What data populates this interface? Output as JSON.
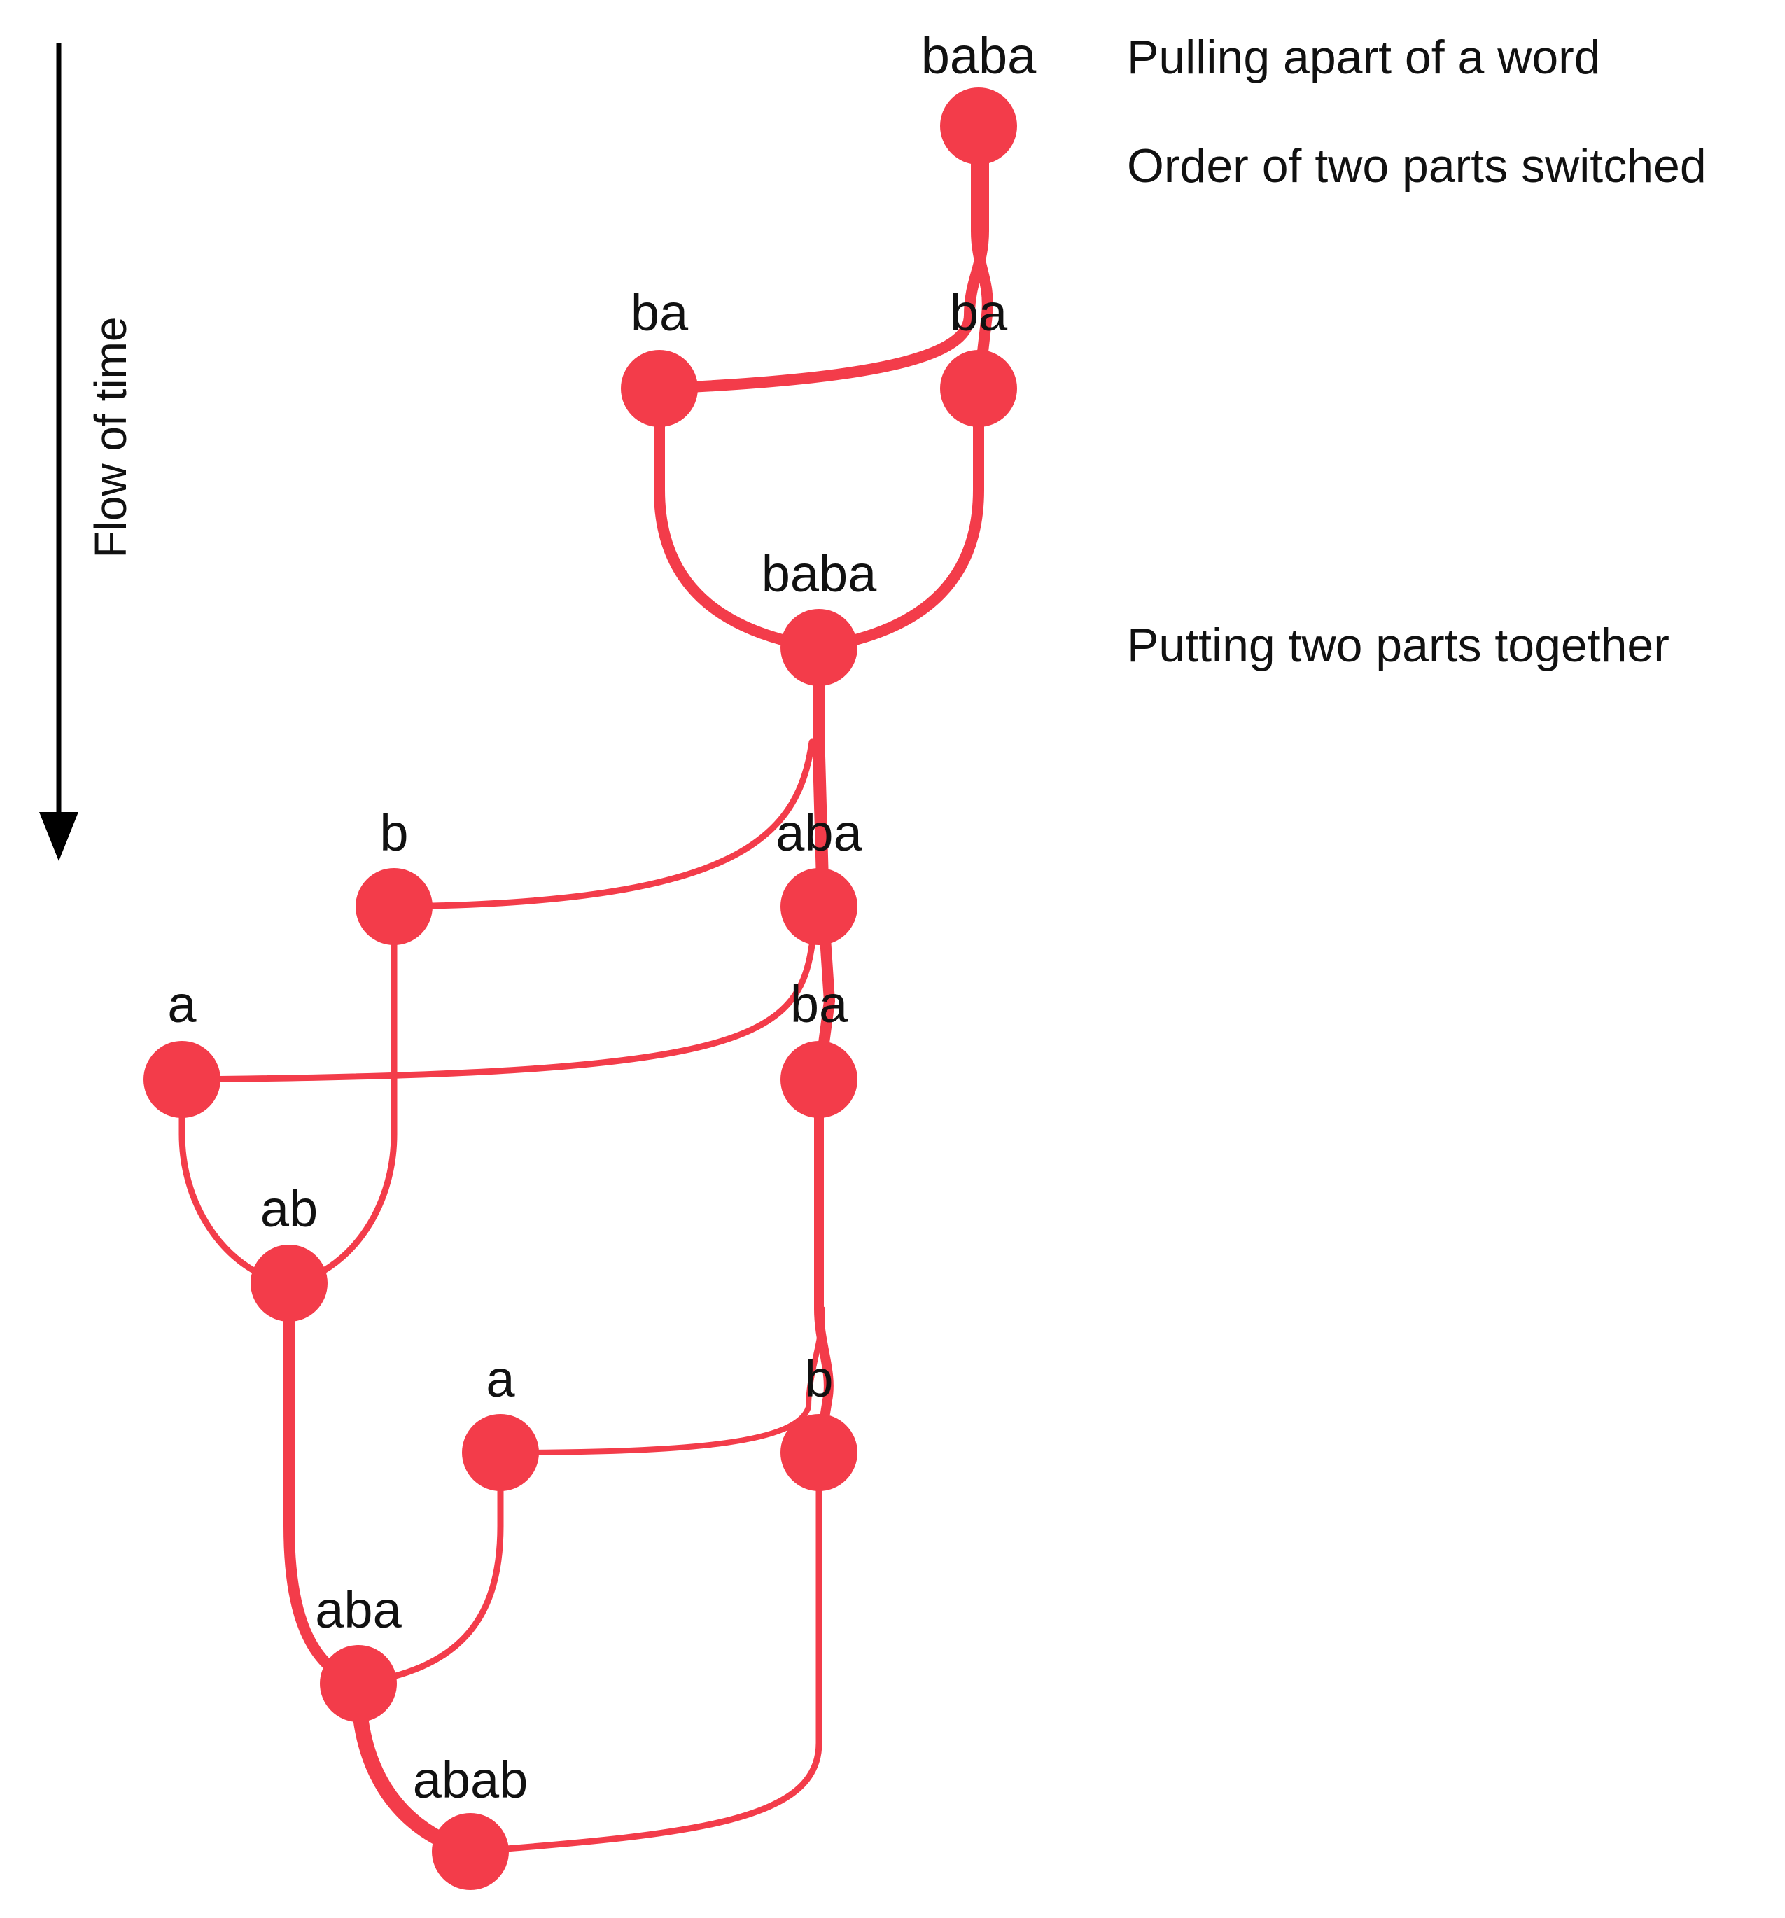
{
  "colors": {
    "strand": "#f33c4a",
    "text": "#111111",
    "arrow": "#000000"
  },
  "time_axis": {
    "label": "Flow of time",
    "direction": "down"
  },
  "annotations": {
    "pull_apart": "Pulling apart of a word",
    "switch_order": "Order of two parts switched",
    "put_together": "Putting two parts together"
  },
  "nodes": [
    {
      "id": "n1",
      "label": "baba"
    },
    {
      "id": "n2",
      "label": "ba"
    },
    {
      "id": "n3",
      "label": "ba"
    },
    {
      "id": "n4",
      "label": "baba"
    },
    {
      "id": "n5",
      "label": "b"
    },
    {
      "id": "n6",
      "label": "aba"
    },
    {
      "id": "n7",
      "label": "a"
    },
    {
      "id": "n8",
      "label": "ba"
    },
    {
      "id": "n9",
      "label": "ab"
    },
    {
      "id": "n10",
      "label": "a"
    },
    {
      "id": "n11",
      "label": "b"
    },
    {
      "id": "n12",
      "label": "aba"
    },
    {
      "id": "n13",
      "label": "abab"
    }
  ],
  "edges": [
    {
      "from": "n1",
      "to": "n2"
    },
    {
      "from": "n1",
      "to": "n3"
    },
    {
      "from": "n2",
      "to": "n4"
    },
    {
      "from": "n3",
      "to": "n4"
    },
    {
      "from": "n4",
      "to": "n5"
    },
    {
      "from": "n4",
      "to": "n6"
    },
    {
      "from": "n6",
      "to": "n7"
    },
    {
      "from": "n6",
      "to": "n8"
    },
    {
      "from": "n7",
      "to": "n9"
    },
    {
      "from": "n5",
      "to": "n9"
    },
    {
      "from": "n8",
      "to": "n10"
    },
    {
      "from": "n8",
      "to": "n11"
    },
    {
      "from": "n9",
      "to": "n12"
    },
    {
      "from": "n10",
      "to": "n12"
    },
    {
      "from": "n12",
      "to": "n13"
    },
    {
      "from": "n11",
      "to": "n13"
    }
  ]
}
